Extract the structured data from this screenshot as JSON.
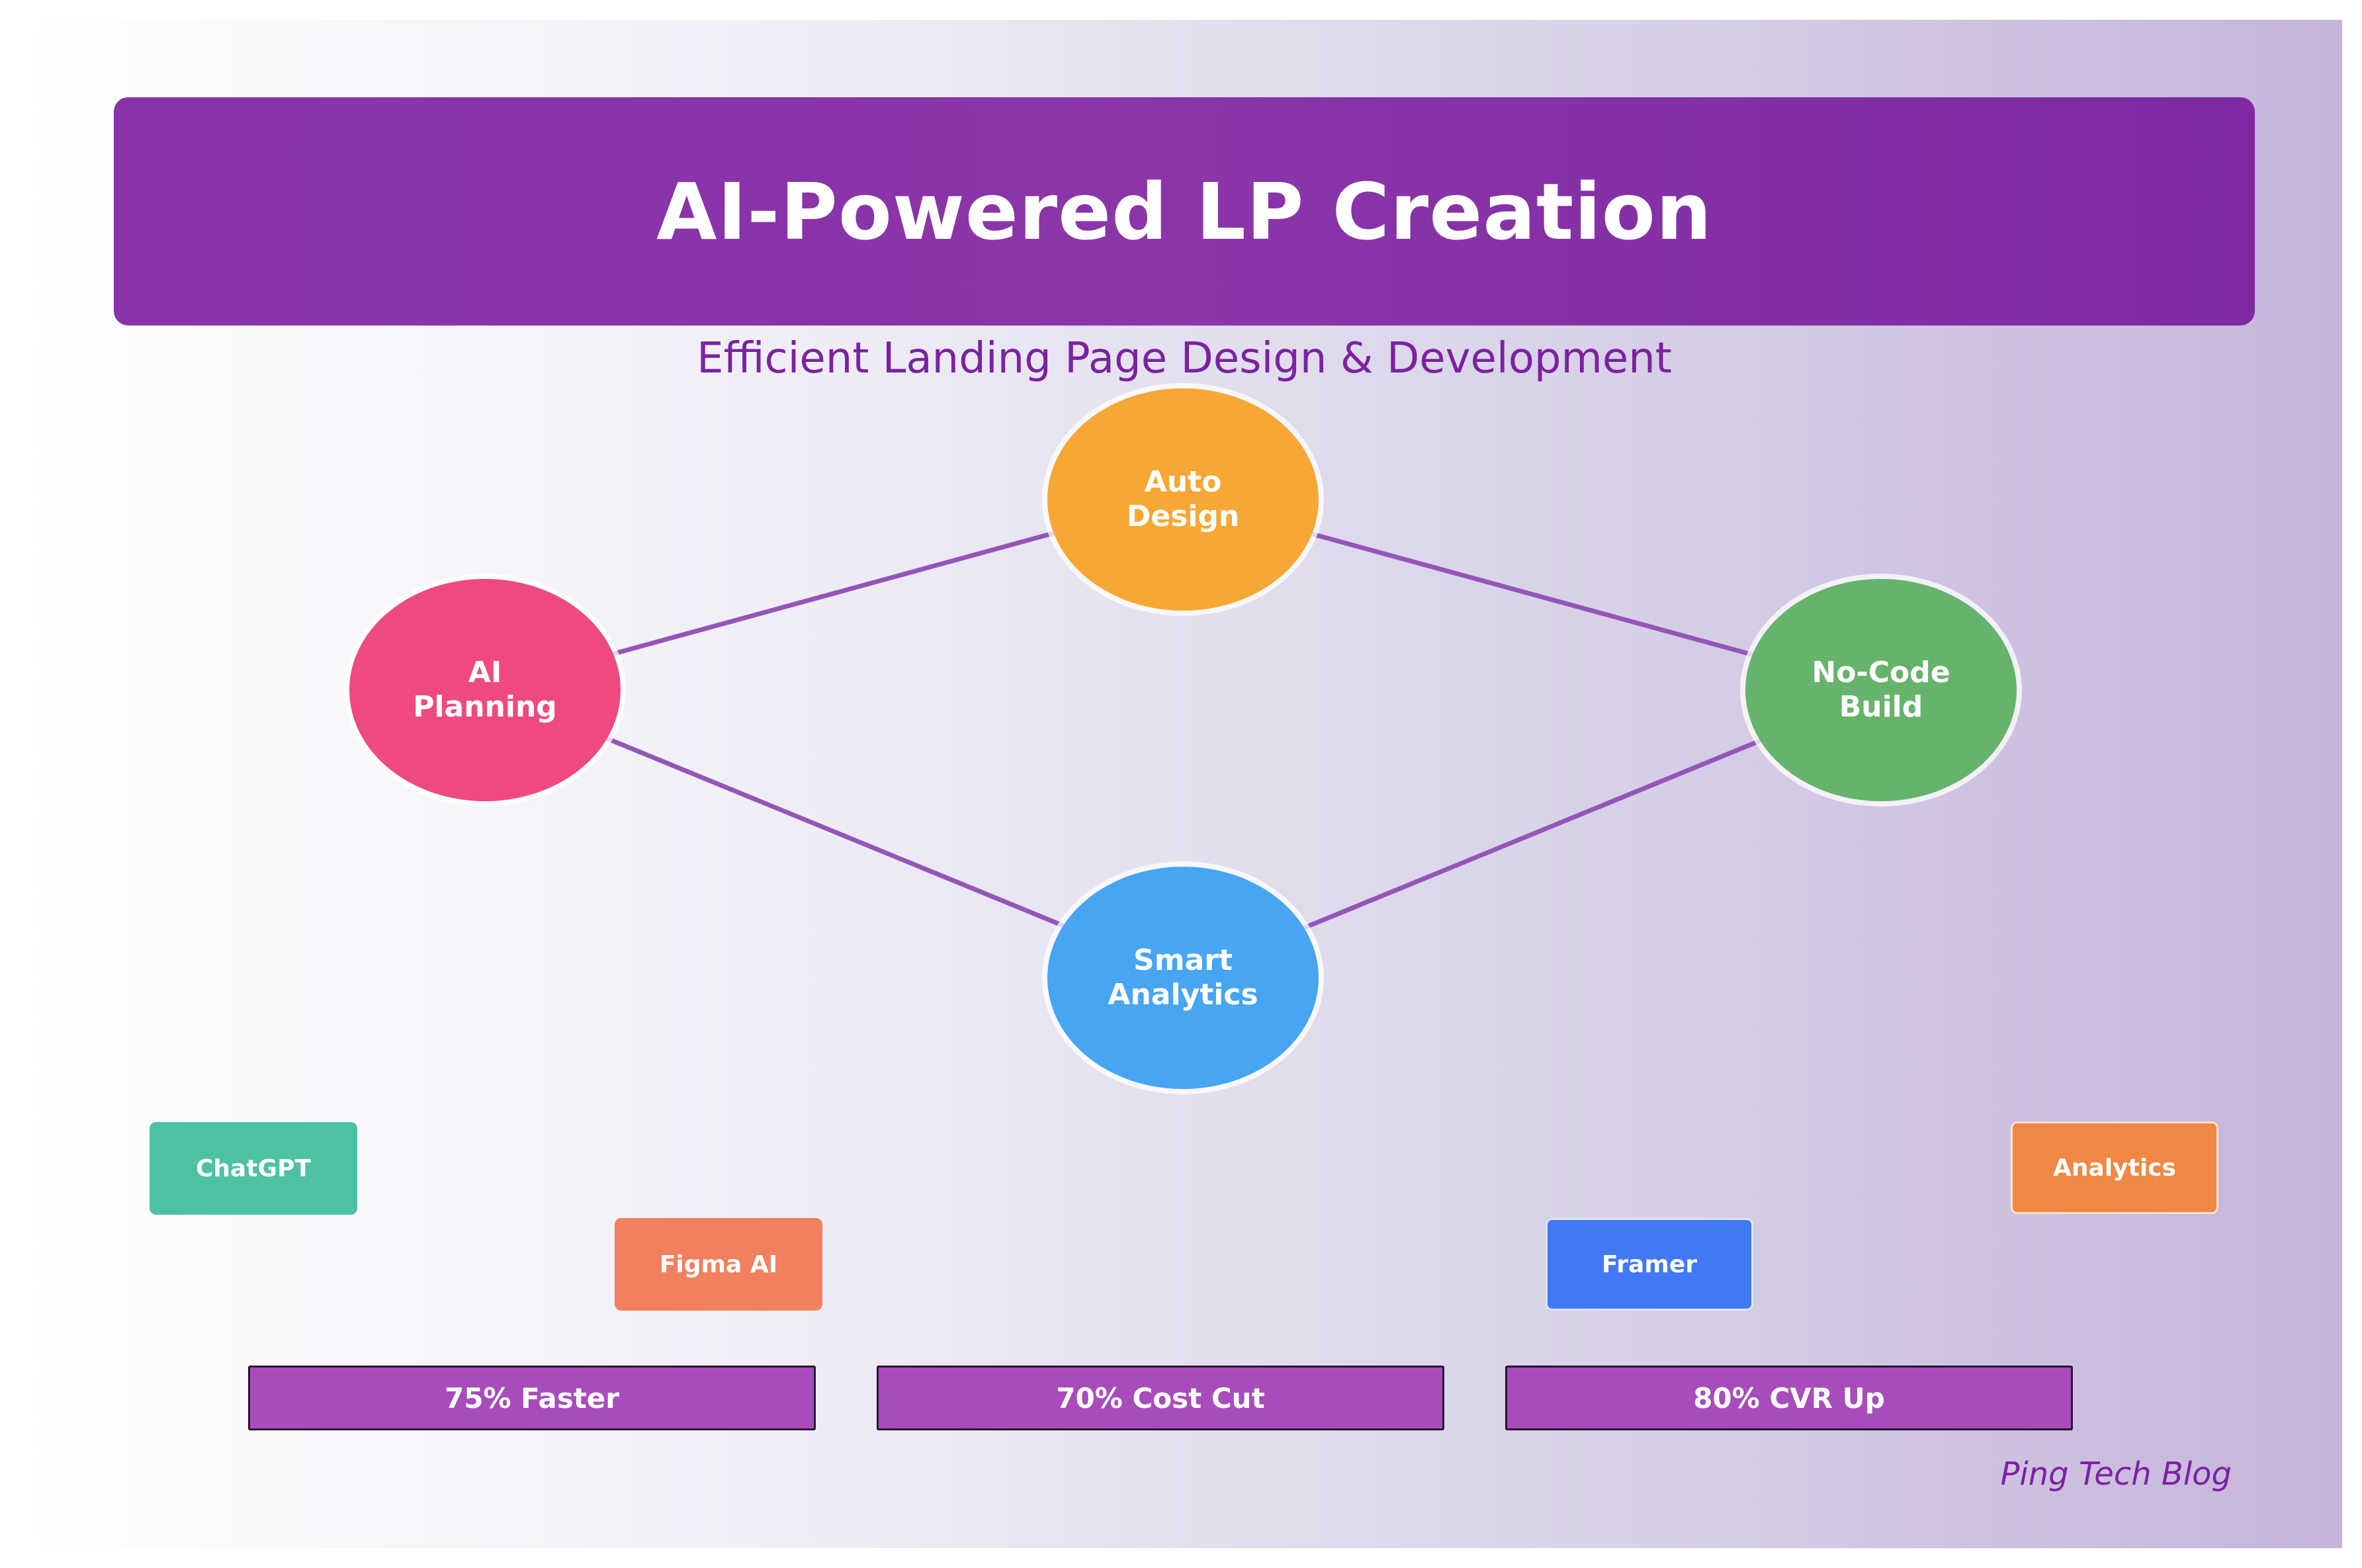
{
  "title": "AI-Powered LP Creation",
  "subtitle": "Efficient Landing Page Design & Development",
  "nodes": [
    {
      "id": "ai-planning",
      "line1": "AI",
      "line2": "Planning",
      "color": "#ee4a80"
    },
    {
      "id": "auto-design",
      "line1": "Auto",
      "line2": "Design",
      "color": "#f7a733"
    },
    {
      "id": "no-code-build",
      "line1": "No-Code",
      "line2": "Build",
      "color": "#66b36c"
    },
    {
      "id": "smart-analytics",
      "line1": "Smart",
      "line2": "Analytics",
      "color": "#47a5f1"
    }
  ],
  "flow": [
    {
      "from": "ai-planning",
      "to": "auto-design"
    },
    {
      "from": "auto-design",
      "to": "no-code-build"
    },
    {
      "from": "no-code-build",
      "to": "smart-analytics"
    },
    {
      "from": "smart-analytics",
      "to": "ai-planning"
    }
  ],
  "tools": [
    {
      "label": "ChatGPT",
      "color": "#4cc1a4"
    },
    {
      "label": "Figma AI",
      "color": "#f27f5e"
    },
    {
      "label": "Framer",
      "color": "#4079f4"
    },
    {
      "label": "Analytics",
      "color": "#ef8843"
    }
  ],
  "stats": [
    {
      "label": "75% Faster"
    },
    {
      "label": "70% Cost Cut"
    },
    {
      "label": "80% CVR Up"
    }
  ],
  "colors": {
    "accent": "#7b22a0",
    "arrow": "#9455b8",
    "stat_bar": "#a84cbc"
  },
  "brand": "Ping Tech Blog"
}
